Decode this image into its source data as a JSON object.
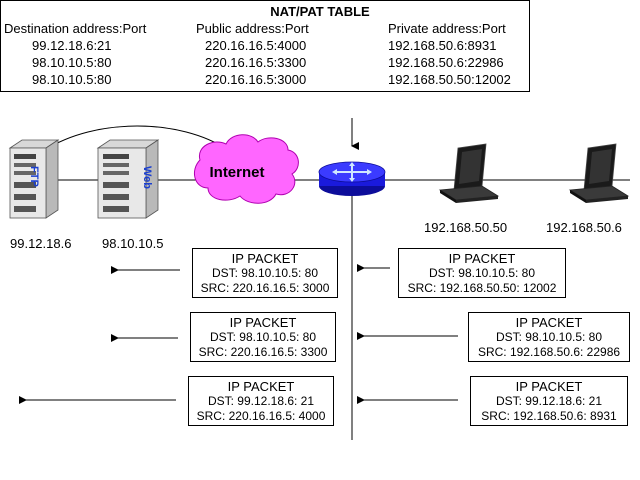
{
  "nat_table": {
    "title": "NAT/PAT TABLE",
    "headers": [
      "Destination address:Port",
      "Public address:Port",
      "Private address:Port"
    ],
    "rows": [
      [
        "99.12.18.6:21",
        "220.16.16.5:4000",
        "192.168.50.6:8931"
      ],
      [
        "98.10.10.5:80",
        "220.16.16.5:3300",
        "192.168.50.6:22986"
      ],
      [
        "98.10.10.5:80",
        "220.16.16.5:3000",
        "192.168.50.50:12002"
      ]
    ]
  },
  "devices": {
    "ftp_server": {
      "label": "FTP",
      "ip": "99.12.18.6"
    },
    "web_server": {
      "label": "Web",
      "ip": "98.10.10.5"
    },
    "internet": {
      "label": "Internet"
    },
    "laptop_1": {
      "ip": "192.168.50.50"
    },
    "laptop_2": {
      "ip": "192.168.50.6"
    }
  },
  "packets": {
    "left": [
      {
        "title": "IP PACKET",
        "dst": "DST: 98.10.10.5: 80",
        "src": "SRC: 220.16.16.5: 3000"
      },
      {
        "title": "IP PACKET",
        "dst": "DST: 98.10.10.5: 80",
        "src": "SRC: 220.16.16.5: 3300"
      },
      {
        "title": "IP PACKET",
        "dst": "DST: 99.12.18.6: 21",
        "src": "SRC: 220.16.16.5: 4000"
      }
    ],
    "right": [
      {
        "title": "IP PACKET",
        "dst": "DST: 98.10.10.5: 80",
        "src": "SRC: 192.168.50.50: 12002"
      },
      {
        "title": "IP PACKET",
        "dst": "DST: 98.10.10.5: 80",
        "src": "SRC: 192.168.50.6: 22986"
      },
      {
        "title": "IP PACKET",
        "dst": "DST: 99.12.18.6: 21",
        "src": "SRC: 192.168.50.6: 8931"
      }
    ]
  },
  "colors": {
    "cloud": "#ff66ff",
    "router": "#1a1adc",
    "server_text": "#1a3fd0"
  }
}
